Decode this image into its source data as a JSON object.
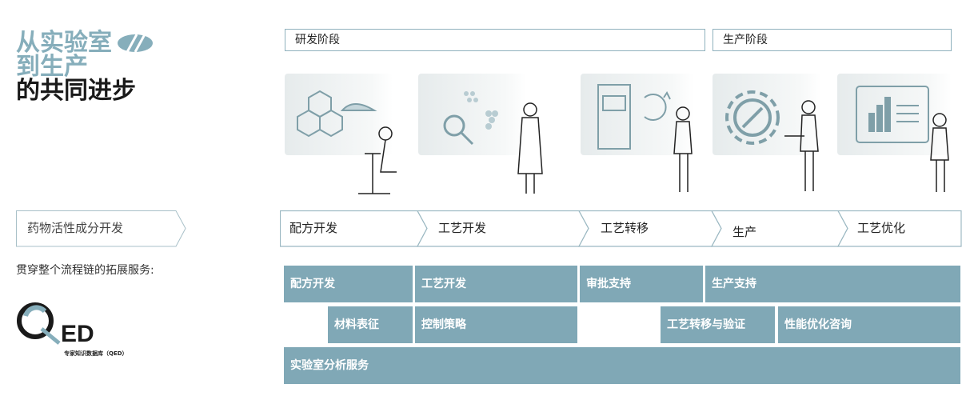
{
  "title": {
    "line1": "从实验室",
    "line2": "到生产",
    "line3": "的共同进步"
  },
  "phases": {
    "rd": "研发阶段",
    "production": "生产阶段"
  },
  "left_box": "药物活性成分开发",
  "services_heading": "贯穿整个流程链的拓展服务:",
  "qed": {
    "logo": "QED",
    "caption": "专家知识数据库（QED）"
  },
  "process_steps": [
    "配方开发",
    "工艺开发",
    "工艺转移",
    "生产",
    "工艺优化"
  ],
  "services": {
    "row1": [
      "配方开发",
      "工艺开发",
      "审批支持",
      "生产支持"
    ],
    "row2": [
      "材料表征",
      "控制策略",
      "工艺转移与验证",
      "性能优化咨询"
    ],
    "row3": [
      "实验室分析服务"
    ]
  },
  "colors": {
    "accent": "#80a8b6",
    "title_accent": "#86aebb"
  }
}
